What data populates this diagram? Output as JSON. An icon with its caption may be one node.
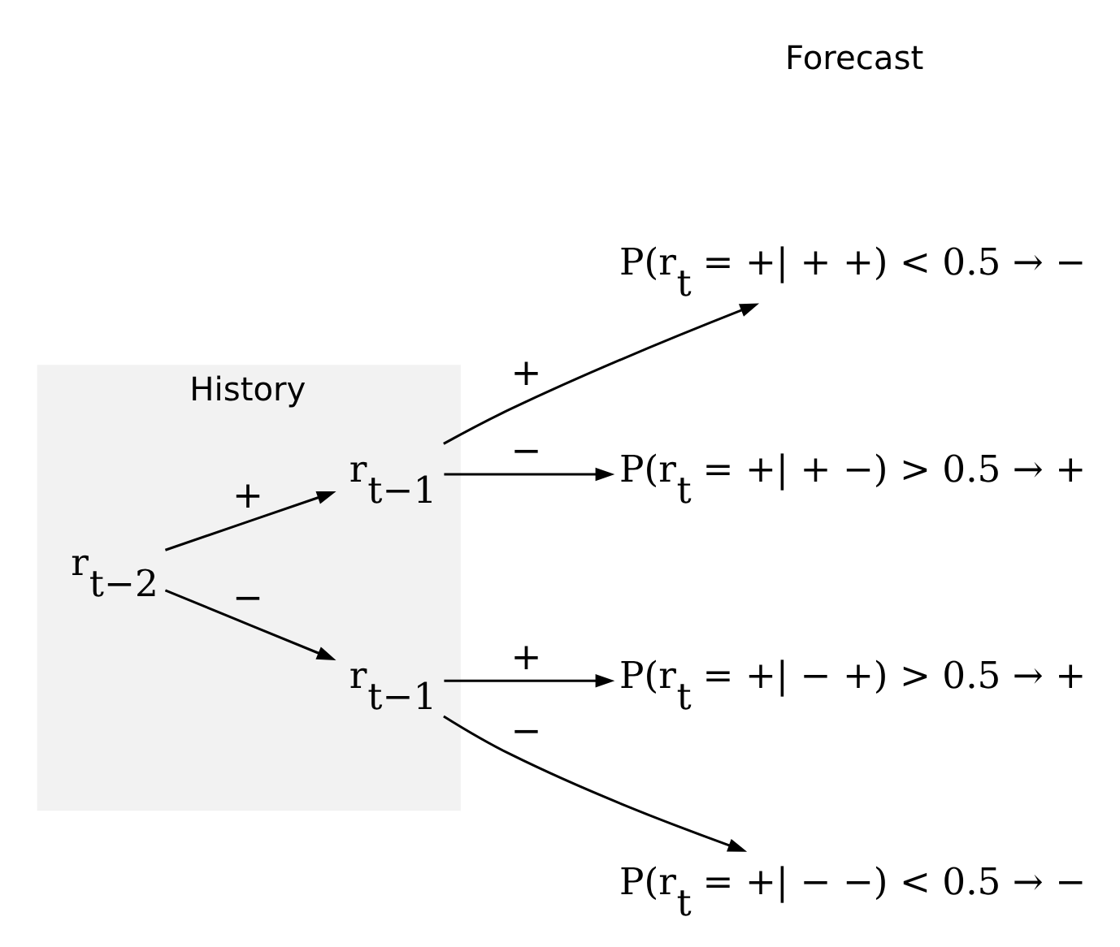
{
  "diagram": {
    "nodes": [
      {
        "text": [
          "History"
        ]
      },
      {
        "text": [
          "r$_{t−2}$"
        ],
        "in": 0
      },
      {
        "text": [
          "r$_{t−1}$"
        ],
        "in": 0
      },
      {
        "text": [
          "r$_{t−1}$"
        ],
        "in": 0
      },
      {
        "text": [
          "P(r$_{t}$ = +| + +) < 0.5 → −"
        ]
      },
      {
        "text": [
          "P(r$_{t}$ = +| + −) > 0.5 → +"
        ]
      },
      {
        "text": [
          "P(r$_{t}$ = +| − +) > 0.5 → +"
        ]
      },
      {
        "text": [
          "P(r$_{t}$ = +| − −) < 0.5 → −"
        ]
      }
    ],
    "edges": [
      {
        "from": 1,
        "to": 2,
        "arrow": "to",
        "label": "+"
      },
      {
        "from": 1,
        "to": 3,
        "arrow": "to",
        "label": "−"
      },
      {
        "from": 2,
        "to": 4,
        "arrow": "to",
        "label": "+"
      },
      {
        "from": 2,
        "to": 5,
        "arrow": "to",
        "label": "−"
      },
      {
        "from": 3,
        "to": 6,
        "arrow": "to",
        "label": "+"
      },
      {
        "from": 3,
        "to": 7,
        "arrow": "to",
        "label": "−"
      }
    ],
    "labels": [
      "Forecast"
    ]
  }
}
